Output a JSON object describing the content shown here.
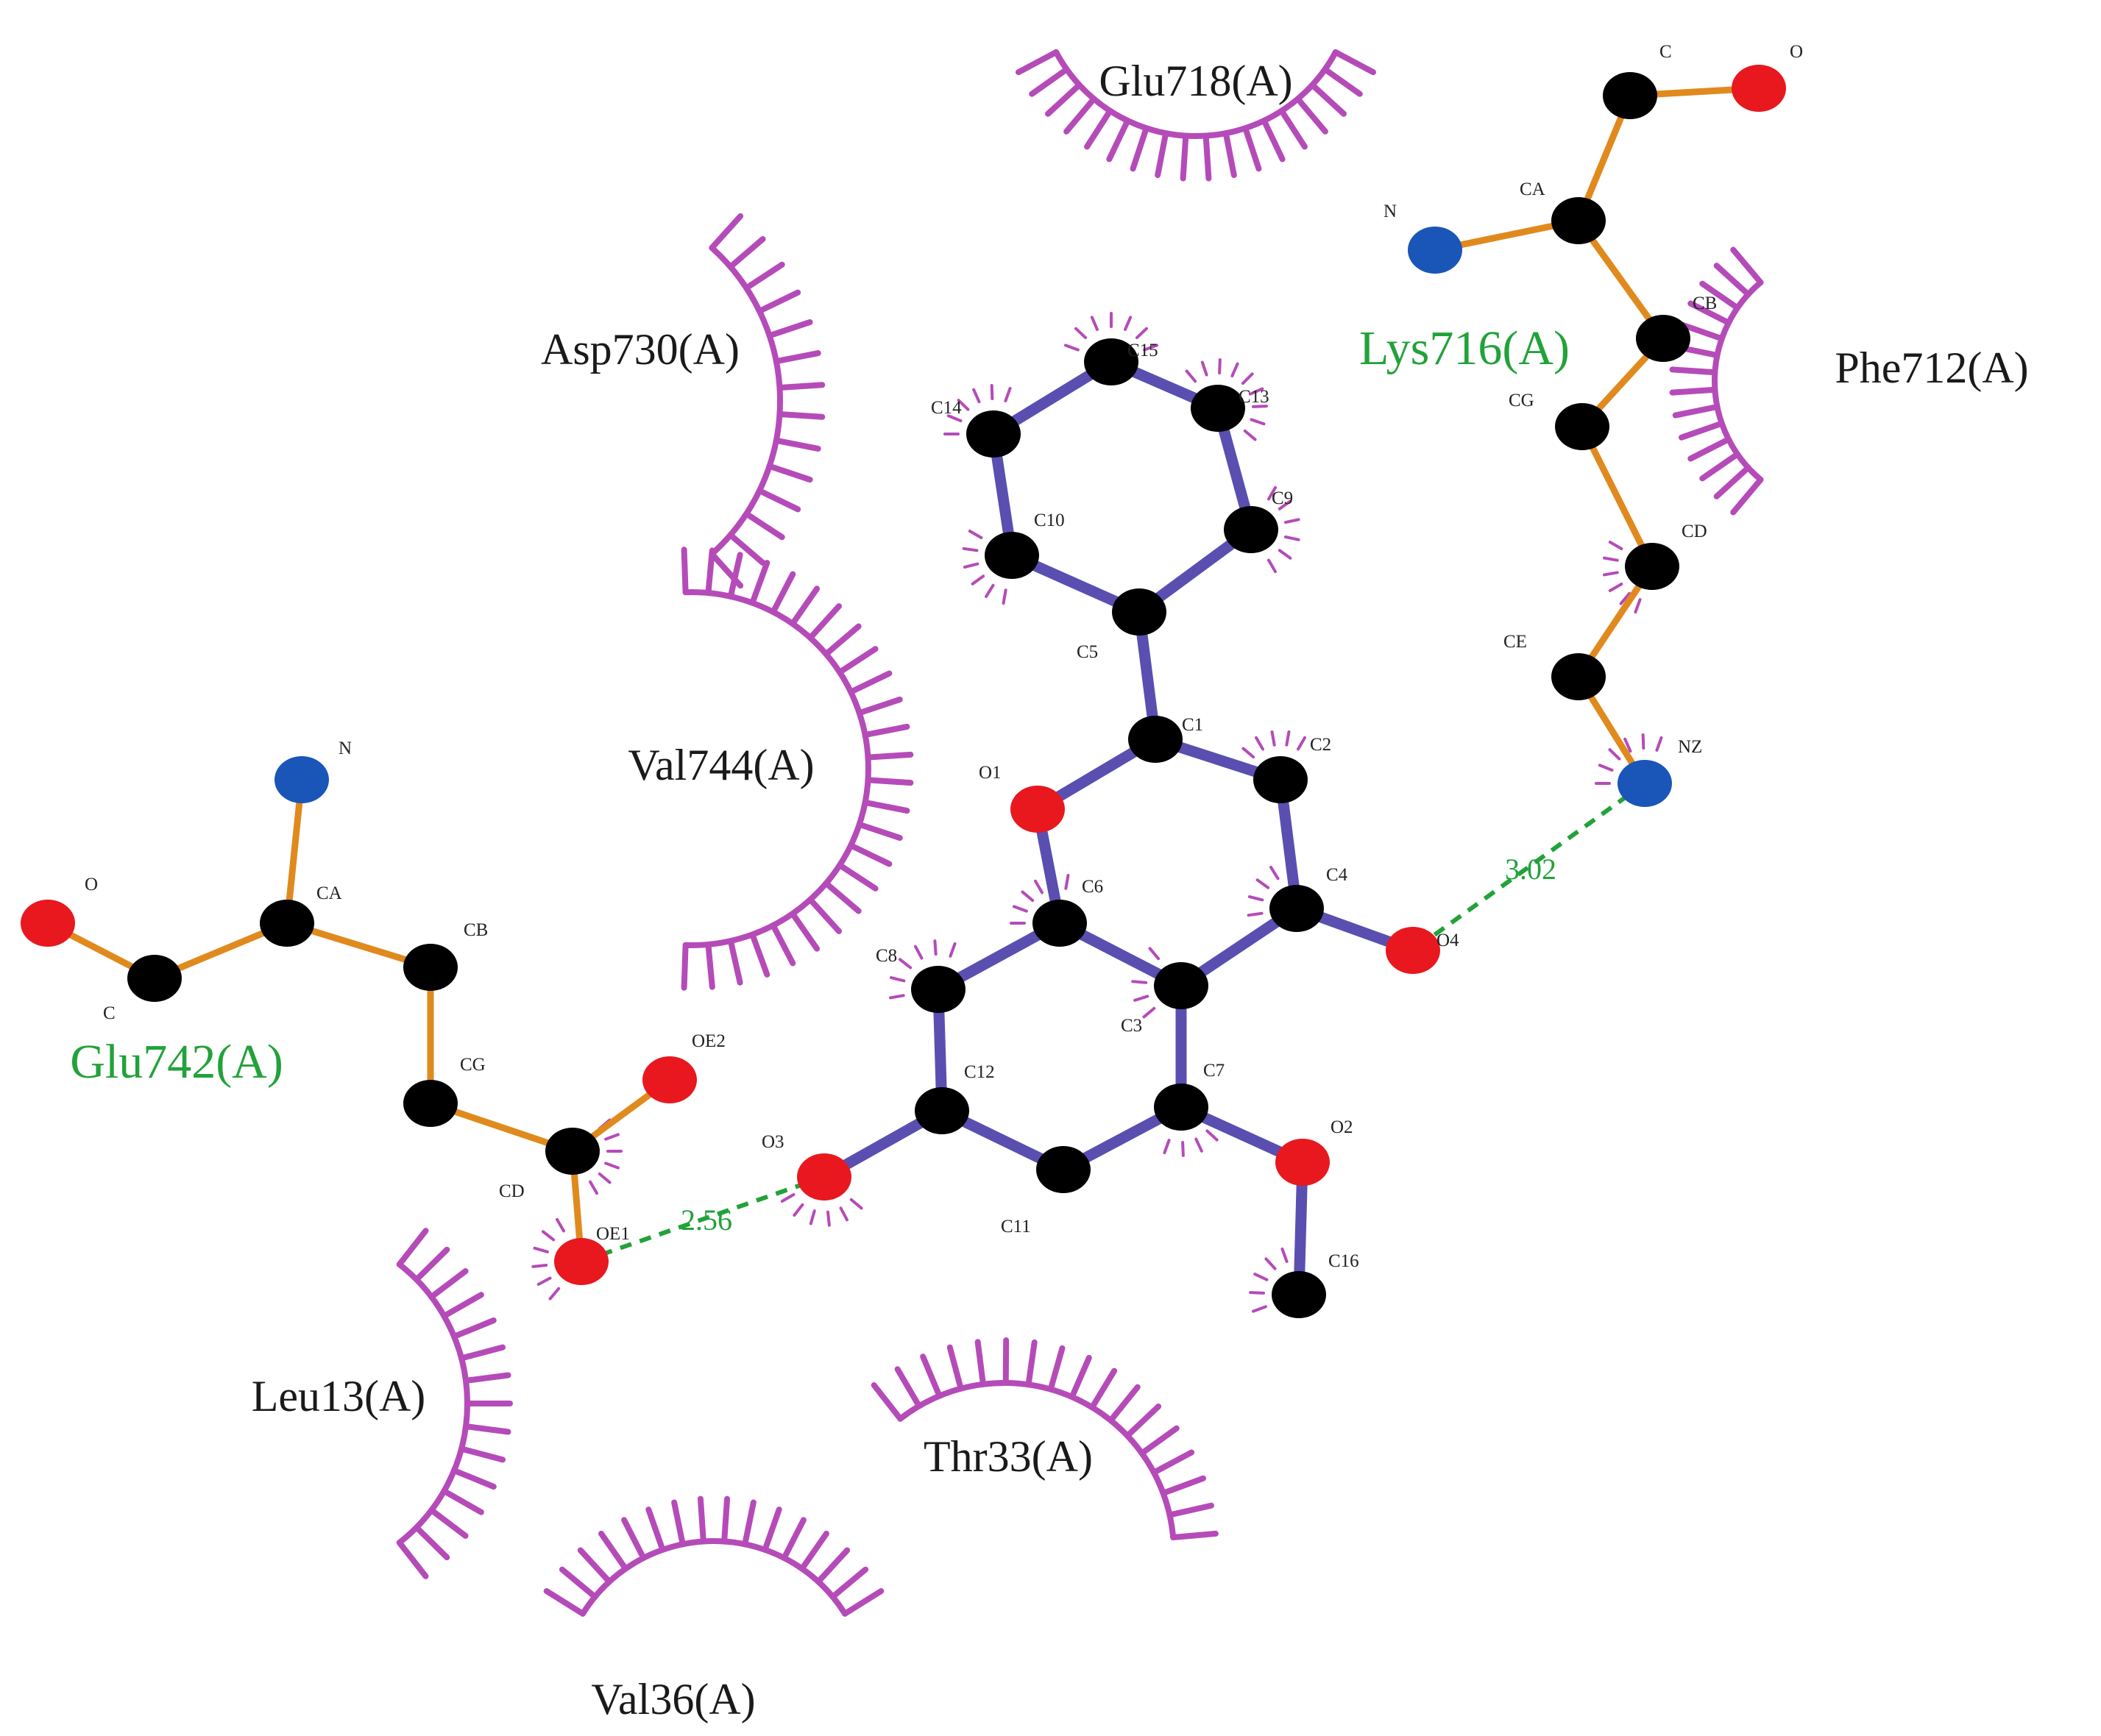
{
  "colors": {
    "hydrophobic": "#b54bb8",
    "ligand_bond": "#5a4fb0",
    "residue_bond": "#e08a1e",
    "hbond": "#22a23a",
    "carbon": "#000000",
    "oxygen": "#e8181e",
    "nitrogen": "#1a56b8"
  },
  "hydrophobic_residues": [
    {
      "name": "Glu718(A)"
    },
    {
      "name": "Asp730(A)"
    },
    {
      "name": "Phe712(A)"
    },
    {
      "name": "Val744(A)"
    },
    {
      "name": "Leu13(A)"
    },
    {
      "name": "Thr33(A)"
    },
    {
      "name": "Val36(A)"
    }
  ],
  "hbond_residues": [
    {
      "name": "Lys716(A)"
    },
    {
      "name": "Glu742(A)"
    }
  ],
  "ligand_atoms": [
    "C15",
    "C13",
    "C14",
    "C9",
    "C10",
    "C5",
    "C1",
    "O1",
    "C2",
    "C6",
    "C4",
    "O4",
    "C8",
    "C3",
    "C12",
    "C7",
    "O3",
    "C11",
    "O2",
    "C16"
  ],
  "lys_atoms": [
    "C",
    "O",
    "CA",
    "N",
    "CB",
    "CG",
    "CD",
    "CE",
    "NZ"
  ],
  "glu_atoms": [
    "N",
    "CA",
    "O",
    "C",
    "CB",
    "CG",
    "OE2",
    "CD",
    "OE1"
  ],
  "hbonds": [
    {
      "distance": "3.02"
    },
    {
      "distance": "2.56"
    }
  ]
}
